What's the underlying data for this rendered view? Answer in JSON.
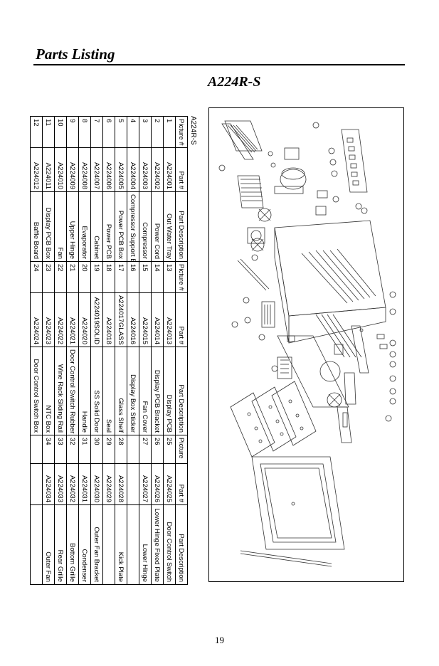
{
  "heading": "Parts Listing",
  "model": "A224R-S",
  "page_number": "19",
  "table_caption": "A224R-S",
  "headers": [
    "Picture #",
    "Part #",
    "Part Description",
    "Picture #",
    "Part #",
    "Part Description",
    "Picture",
    "Part #",
    "Part Description"
  ],
  "rows": [
    [
      "1",
      "A224001",
      "Out Water Tray",
      "13",
      "A224013",
      "Display PCB",
      "25",
      "A224025",
      "Door Control Switch"
    ],
    [
      "2",
      "A224002",
      "Power Cord",
      "14",
      "A224014",
      "Display PCB Bracket",
      "26",
      "A224026",
      "Lower Hinge Fixed Plate"
    ],
    [
      "3",
      "A224003",
      "Compressor",
      "15",
      "A224015",
      "Fan Cover",
      "27",
      "A224027",
      "Lower Hinge"
    ],
    [
      "4",
      "A224004",
      "Compressor Support Board",
      "16",
      "A224016",
      "Display Box Sticker",
      "",
      "",
      ""
    ],
    [
      "5",
      "A224005",
      "Power PCB Box",
      "17",
      "A224017GLASS",
      "Glass Shelf",
      "28",
      "A224028",
      "Kick Plate"
    ],
    [
      "6",
      "A224006",
      "Power PCB",
      "18",
      "A224018",
      "Seal",
      "29",
      "A224029",
      ""
    ],
    [
      "7",
      "A224007",
      "Cabinet",
      "19",
      "A224019SOLID",
      "SS Solid Door",
      "30",
      "A224030",
      "Outer Fan Bracket"
    ],
    [
      "8",
      "A224008",
      "Evaporator",
      "20",
      "A224020",
      "Handle",
      "31",
      "A224031",
      "Condenser"
    ],
    [
      "9",
      "A224009",
      "Upper Hinge",
      "21",
      "A224021",
      "Door Control Switch Rubber Pad",
      "32",
      "A224032",
      "Bottom Grille"
    ],
    [
      "10",
      "A224010",
      "Fan",
      "22",
      "A224022",
      "Wine Rack Sliding Rail",
      "33",
      "A224033",
      "Rear Grille"
    ],
    [
      "11",
      "A224011",
      "Display PCB Box",
      "23",
      "A224023",
      "NTC Box",
      "34",
      "A224034",
      "Outer Fan"
    ],
    [
      "12",
      "A224012",
      "Baffle Board",
      "24",
      "A224024",
      "Door Control Switch Box",
      "",
      "",
      ""
    ]
  ],
  "colors": {
    "text": "#000000",
    "line": "#000000",
    "drawing": "#333333"
  }
}
